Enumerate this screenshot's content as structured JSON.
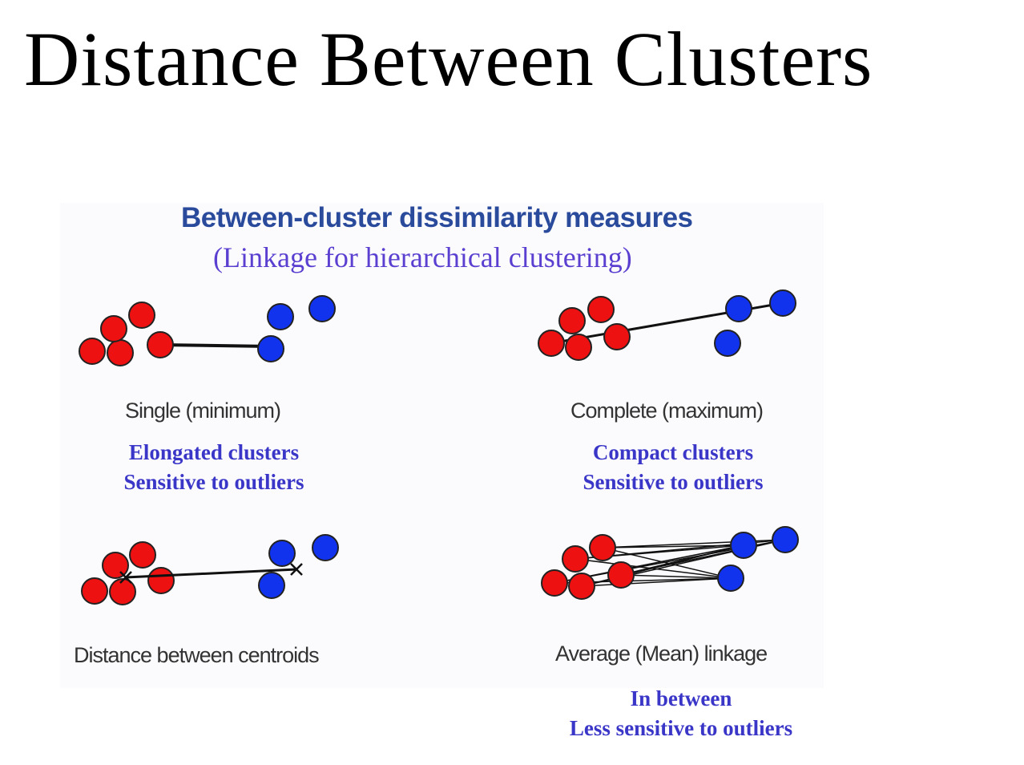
{
  "slide_title": "Distance Between Clusters",
  "figure": {
    "title": "Between-cluster dissimilarity measures",
    "subtitle": "(Linkage for hierarchical clustering)",
    "panels": [
      {
        "label": "Single (minimum)",
        "notes": [
          "Elongated clusters",
          "Sensitive to outliers"
        ]
      },
      {
        "label": "Complete (maximum)",
        "notes": [
          "Compact clusters",
          "Sensitive to outliers"
        ]
      },
      {
        "label": "Distance between centroids",
        "notes": []
      },
      {
        "label": "Average (Mean) linkage",
        "notes": [
          "In between",
          "Less sensitive to outliers"
        ]
      }
    ]
  },
  "colors": {
    "red_cluster": "#ee1111",
    "blue_cluster": "#1133ee",
    "note_text": "#3a36c8",
    "figure_title": "#2a4a9c"
  }
}
